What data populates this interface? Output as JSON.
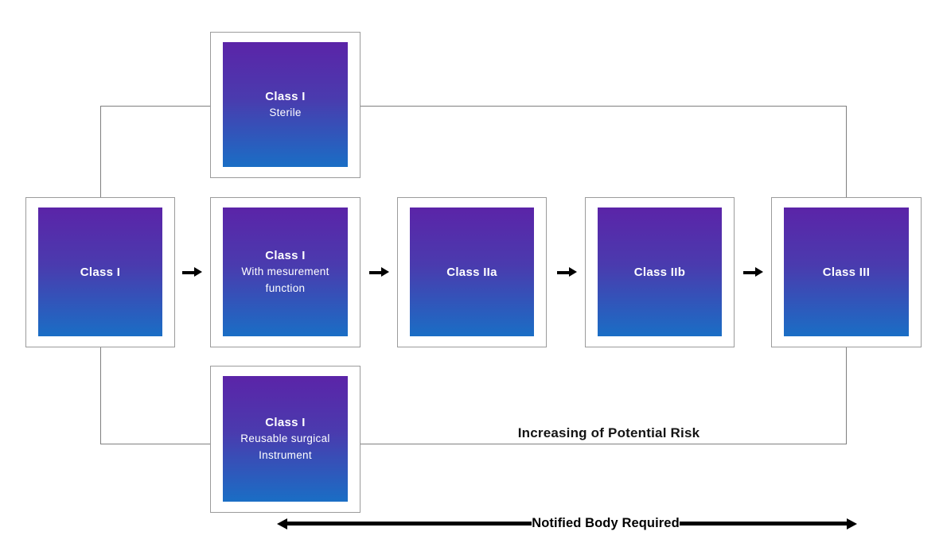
{
  "diagram": {
    "boxes": {
      "sterile": {
        "title": "Class I",
        "subtitle": "Sterile"
      },
      "class1": {
        "title": "Class I",
        "subtitle": ""
      },
      "measurement": {
        "title": "Class I",
        "subtitle": "With mesurement\nfunction"
      },
      "class2a": {
        "title": "Class IIa",
        "subtitle": ""
      },
      "class2b": {
        "title": "Class IIb",
        "subtitle": ""
      },
      "class3": {
        "title": "Class III",
        "subtitle": ""
      },
      "reusable": {
        "title": "Class I",
        "subtitle": "Reusable surgical\nInstrument"
      }
    },
    "labels": {
      "risk": "Increasing of Potential Risk",
      "notified_body": "Notified Body Required"
    },
    "icons": {
      "flow_arrow": "right-arrow",
      "span_arrow": "double-headed-arrow"
    },
    "colors": {
      "box_gradient_top": "#5b24a8",
      "box_gradient_bottom": "#1a6ec5",
      "box_border": "#9b9b9b",
      "connector_line": "#7f7f7f",
      "arrow": "#000000",
      "box_text": "#ffffff",
      "label_text": "#141414"
    }
  }
}
